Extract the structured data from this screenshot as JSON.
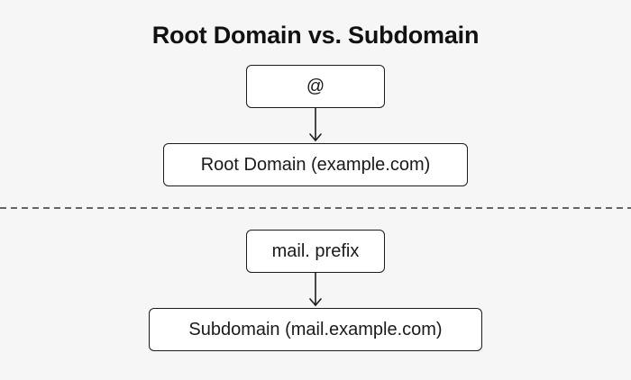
{
  "title": "Root Domain vs. Subdomain",
  "top": {
    "source_label": "@",
    "target_label": "Root Domain (example.com)"
  },
  "bottom": {
    "source_label": "mail. prefix",
    "target_label": "Subdomain (mail.example.com)"
  },
  "colors": {
    "background": "#f6f6f6",
    "box_fill": "#ffffff",
    "stroke": "#1c1c1c",
    "text": "#1a1a1a"
  }
}
